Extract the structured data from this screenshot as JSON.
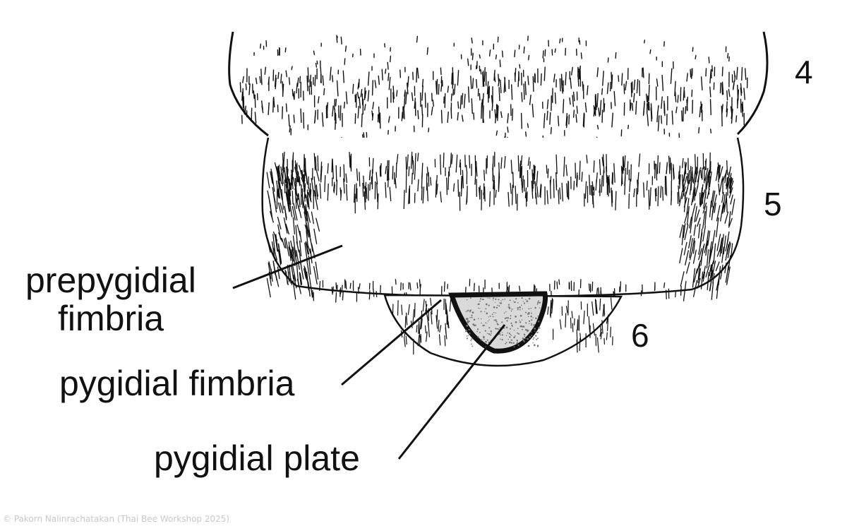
{
  "segment_numbers": [
    "4",
    "5",
    "6"
  ],
  "labels": {
    "prepygidial_line1": "prepygidial",
    "prepygidial_line2": "fimbria",
    "pygidial_fimbria": "pygidial fimbria",
    "pygidial_plate": "pygidial plate"
  },
  "credit": "© Pakorn Nalinrachatakan (Thai Bee Workshop 2025)",
  "colors": {
    "ink": "#111111",
    "background": "#ffffff",
    "plate_stipple": "#9a9a9a"
  }
}
